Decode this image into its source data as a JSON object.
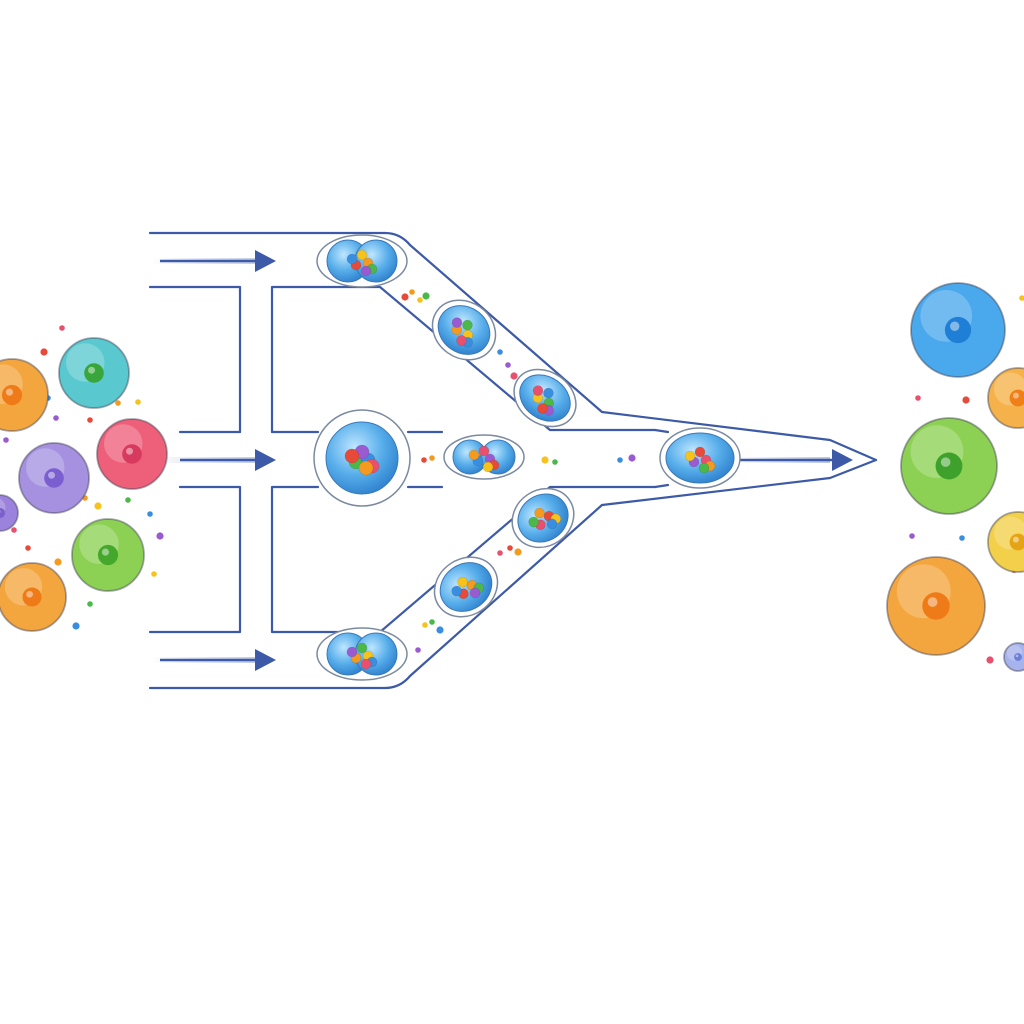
{
  "colors": {
    "channel": "#3d5aa8",
    "arrow": "#3d5aa8",
    "capsule_fill": "#4aa3e8",
    "capsule_stroke": "#6a7a90",
    "background": "#ffffff"
  },
  "diagram": {
    "type": "microfluidic-droplet-merging",
    "inputs": [
      {
        "id": "top-inlet",
        "has_arrow": true
      },
      {
        "id": "middle-inlet",
        "has_arrow": true
      },
      {
        "id": "bottom-inlet",
        "has_arrow": true
      }
    ],
    "output": {
      "id": "outlet",
      "has_arrow": true
    },
    "left_cluster": [
      {
        "color": "#f4a63e",
        "core": "#ee7b17"
      },
      {
        "color": "#59c9cf",
        "core": "#39a63c"
      },
      {
        "color": "#ee5f7a",
        "core": "#d83a5f"
      },
      {
        "color": "#a591e0",
        "core": "#7b5fd0"
      },
      {
        "color": "#9b82dc",
        "core": "#7a60cc"
      },
      {
        "color": "#8cd153",
        "core": "#45a82c"
      },
      {
        "color": "#f4a63e",
        "core": "#ee7b17"
      }
    ],
    "right_cluster": [
      {
        "color": "#4aa8ec",
        "core": "#1f7fd6"
      },
      {
        "color": "#f5b24a",
        "core": "#ef7f16"
      },
      {
        "color": "#8cd153",
        "core": "#3ea12c"
      },
      {
        "color": "#f2d04a",
        "core": "#e5a416"
      },
      {
        "color": "#f4a63e",
        "core": "#ee7b17"
      },
      {
        "color": "#a7b3ec",
        "core": "#6a7fd8"
      }
    ],
    "confetti_colors": [
      "#e84a3a",
      "#f39a1f",
      "#f6c21c",
      "#4cb84a",
      "#3a8ee0",
      "#9a5bd1",
      "#e8506d"
    ]
  }
}
